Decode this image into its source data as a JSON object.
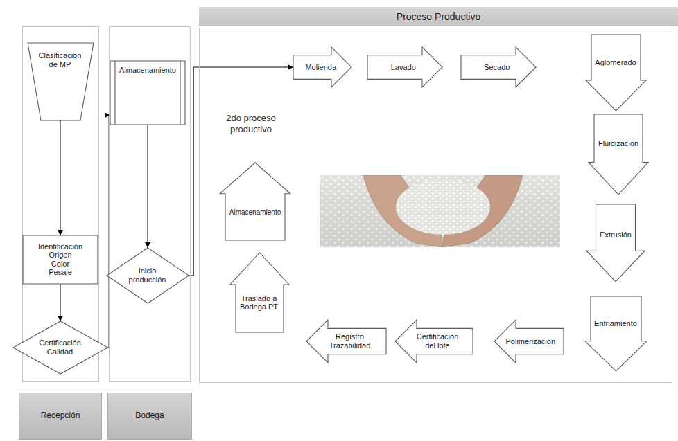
{
  "diagram": {
    "nodes": [
      {
        "text": [
          "Recepción"
        ]
      },
      {
        "text": [
          "Clasificación de MP"
        ],
        "in": 0
      },
      {
        "text": [
          "Identificación",
          "Origen",
          "Color",
          "Pesaje"
        ],
        "in": 0
      },
      {
        "text": [
          "Certificación Calidad"
        ],
        "in": 0
      },
      {
        "text": [
          "Bodega"
        ]
      },
      {
        "text": [
          "Almacenamiento"
        ],
        "in": 4
      },
      {
        "text": [
          "Inicio producción"
        ],
        "in": 4
      },
      {
        "text": [
          "Proceso Productivo"
        ]
      },
      {
        "text": [
          "Molienda"
        ],
        "in": 7
      },
      {
        "text": [
          "Lavado"
        ],
        "in": 7
      },
      {
        "text": [
          "Secado"
        ],
        "in": 7
      },
      {
        "text": [
          "Aglomerado"
        ],
        "in": 7
      },
      {
        "text": [
          "Fluidización"
        ],
        "in": 7
      },
      {
        "text": [
          "Extrusión"
        ],
        "in": 7
      },
      {
        "text": [
          "Enfriamiento"
        ],
        "in": 7
      },
      {
        "text": [
          "Polimerización"
        ],
        "in": 7
      },
      {
        "text": [
          "Certificación del lote"
        ],
        "in": 7
      },
      {
        "text": [
          "Registro Trazabilidad"
        ],
        "in": 7
      },
      {
        "text": [
          "Traslado a Bodega PT"
        ],
        "in": 7
      },
      {
        "text": [
          "Almacenamiento"
        ],
        "in": 7
      }
    ],
    "edges": [
      {
        "from": 1,
        "to": 2,
        "arrow": "to"
      },
      {
        "from": 2,
        "to": 3,
        "arrow": "to"
      },
      {
        "from": 3,
        "to": 5,
        "arrow": "to"
      },
      {
        "from": 5,
        "to": 6,
        "arrow": "to"
      },
      {
        "from": 6,
        "to": 8,
        "arrow": "to"
      }
    ],
    "labels": [
      "2do proceso productivo"
    ]
  }
}
